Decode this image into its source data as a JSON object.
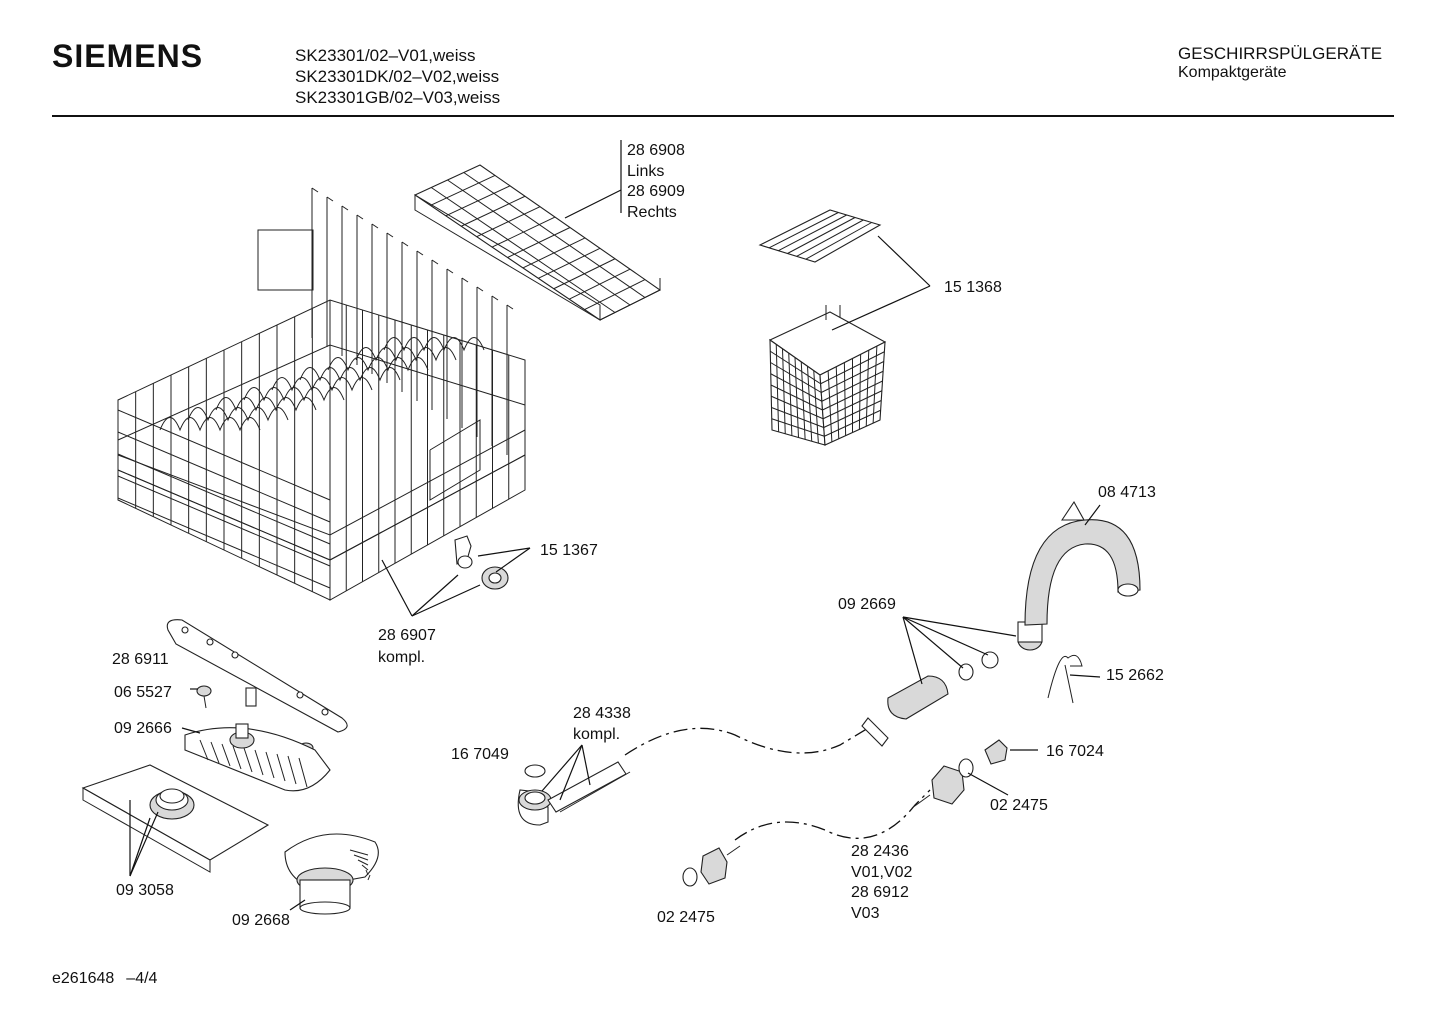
{
  "header": {
    "brand": "SIEMENS",
    "models": [
      "SK23301/02–V01,weiss",
      "SK23301DK/02–V02,weiss",
      "SK23301GB/02–V03,weiss"
    ],
    "category": "GESCHIRRSPÜLGERÄTE",
    "subcategory": "Kompaktgeräte"
  },
  "callouts": {
    "c286908": "28 6908",
    "links": "Links",
    "c286909": "28 6909",
    "rechts": "Rechts",
    "c151368": "15 1368",
    "c151367": "15 1367",
    "c286907": "28 6907",
    "kompl1": "kompl.",
    "c084713": "08 4713",
    "c092669": "09 2669",
    "c152662": "15 2662",
    "c286911": "28 6911",
    "c065527": "06 5527",
    "c092666": "09 2666",
    "c093058": "09 3058",
    "c092668": "09 2668",
    "c284338": "28 4338",
    "kompl2": "kompl.",
    "c167049": "16 7049",
    "c167024": "16 7024",
    "c022475a": "02 2475",
    "c282436": "28 2436",
    "v0102": "V01,V02",
    "c286912": "28 6912",
    "v03": "V03",
    "c022475b": "02 2475"
  },
  "footer": {
    "code": "e261648",
    "page": "–4/4"
  }
}
